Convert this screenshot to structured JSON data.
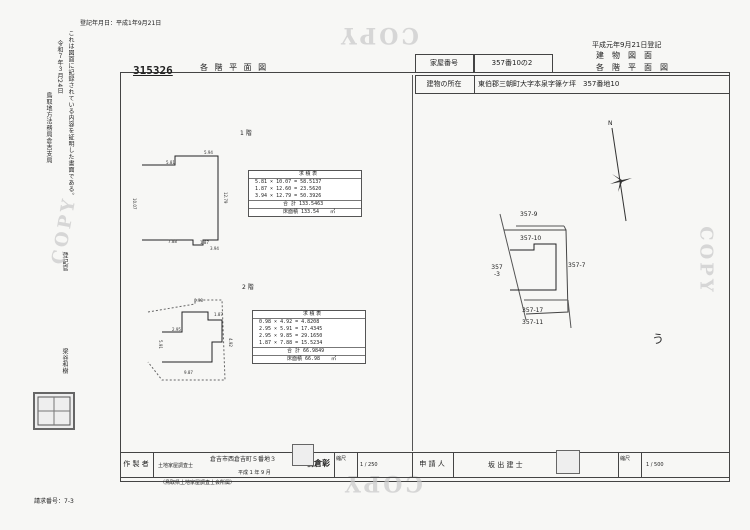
{
  "left_margin": {
    "reg_date": "登記年月日：平成1年9月21日",
    "cert_text_1": "これは図面に記録されている内容を証明した書面である。",
    "cert_text_2": "令和７年３月24日",
    "cert_text_3": "鳥取地方法務局倉吉支局",
    "official": "登記官",
    "name": "梁谷和樹",
    "request_no": "請求番号：7-3"
  },
  "header": {
    "doc_number": "315326",
    "sheet_title": "各 階 平 面 図",
    "house_no_label": "家屋番号",
    "house_no_value": "357番10の2",
    "location_label": "建物の所在",
    "location_value": "東伯郡三朝町大字本泉字篠ケ坪　357番地10",
    "recorded": "平成元年9月21日登記",
    "title_a": "建　物　図　面",
    "title_b": "各　階　平　面　図"
  },
  "floor1": {
    "label": "1 階",
    "table_title": "求 積 表",
    "rows": [
      "5.81 × 10.07 =  58.5137",
      "1.87 × 12.60 =  23.5620",
      "3.94 × 12.79 =  50.3926"
    ],
    "total": "合 計  133.5463",
    "floor_area": "床面積  133.54",
    "unit": "㎡",
    "dims": [
      "5.81",
      "5.94",
      "10.07",
      "12.79",
      "7.88",
      "1.87",
      "3.94"
    ]
  },
  "floor2": {
    "label": "2 階",
    "table_title": "求 積 表",
    "rows": [
      "0.98 × 4.92 =   4.8208",
      "2.95 × 5.91 =  17.4345",
      "2.95 × 9.85 =  29.1650",
      "1.87 × 7.88 =  15.5234"
    ],
    "total": "合 計  66.9849",
    "floor_area": "床面積  66.98",
    "unit": "㎡",
    "dims": [
      "0.98",
      "2.95",
      "1.87",
      "9.87",
      "5.91",
      "4.92"
    ]
  },
  "site_map": {
    "north": "N",
    "lots": [
      "357-9",
      "357-10",
      "357-7",
      "357\n-3",
      "357-17",
      "357-11"
    ]
  },
  "footer": {
    "author_label": "作 製 者",
    "author_role": "土地家屋調査士",
    "author_address": "倉吉市西倉吉町５番地３",
    "author_name": "朝倉彰",
    "author_date": "平成 1 年 9 月",
    "association": "（鳥取県土地家屋調査士会所属）",
    "scale_left_label": "縮尺",
    "scale_left": "1 / 250",
    "applicant_label": "申 請 人",
    "submitter": "坂 出 建 士",
    "scale_right_label": "縮尺",
    "scale_right": "1 / 500"
  },
  "watermark": "COPY",
  "handwriting_mark": "う"
}
